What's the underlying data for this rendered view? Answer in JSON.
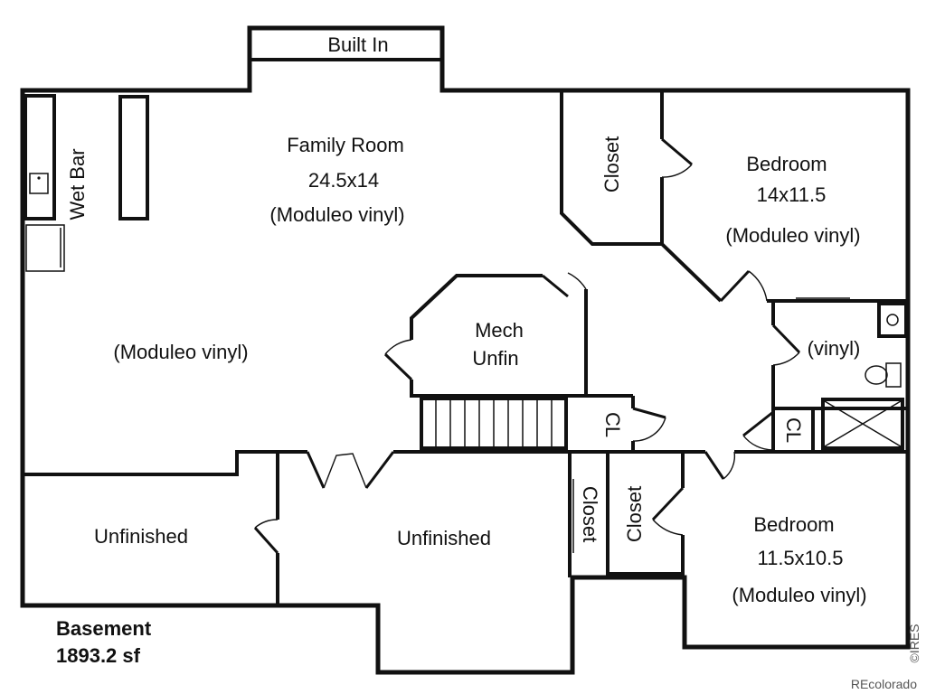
{
  "labels": {
    "built_in": "Built In",
    "wet_bar": "Wet Bar",
    "family_room": "Family Room",
    "family_room_size": "24.5x14",
    "family_room_floor": "(Moduleo vinyl)",
    "family_west_floor": "(Moduleo vinyl)",
    "mech_line1": "Mech",
    "mech_line2": "Unfin",
    "closet_upper": "Closet",
    "bedroom1": "Bedroom",
    "bedroom1_size": "14x11.5",
    "bedroom1_floor": "(Moduleo vinyl)",
    "bath_floor": "(vinyl)",
    "cl_stair": "CL",
    "cl_bath": "CL",
    "unfinished_left": "Unfinished",
    "unfinished_center": "Unfinished",
    "closet_mid": "Closet",
    "closet_right": "Closet",
    "bedroom2": "Bedroom",
    "bedroom2_size": "11.5x10.5",
    "bedroom2_floor": "(Moduleo vinyl)",
    "basement": "Basement",
    "area": "1893.2 sf",
    "ires": "©IRES",
    "watermark": "REcolorado"
  }
}
